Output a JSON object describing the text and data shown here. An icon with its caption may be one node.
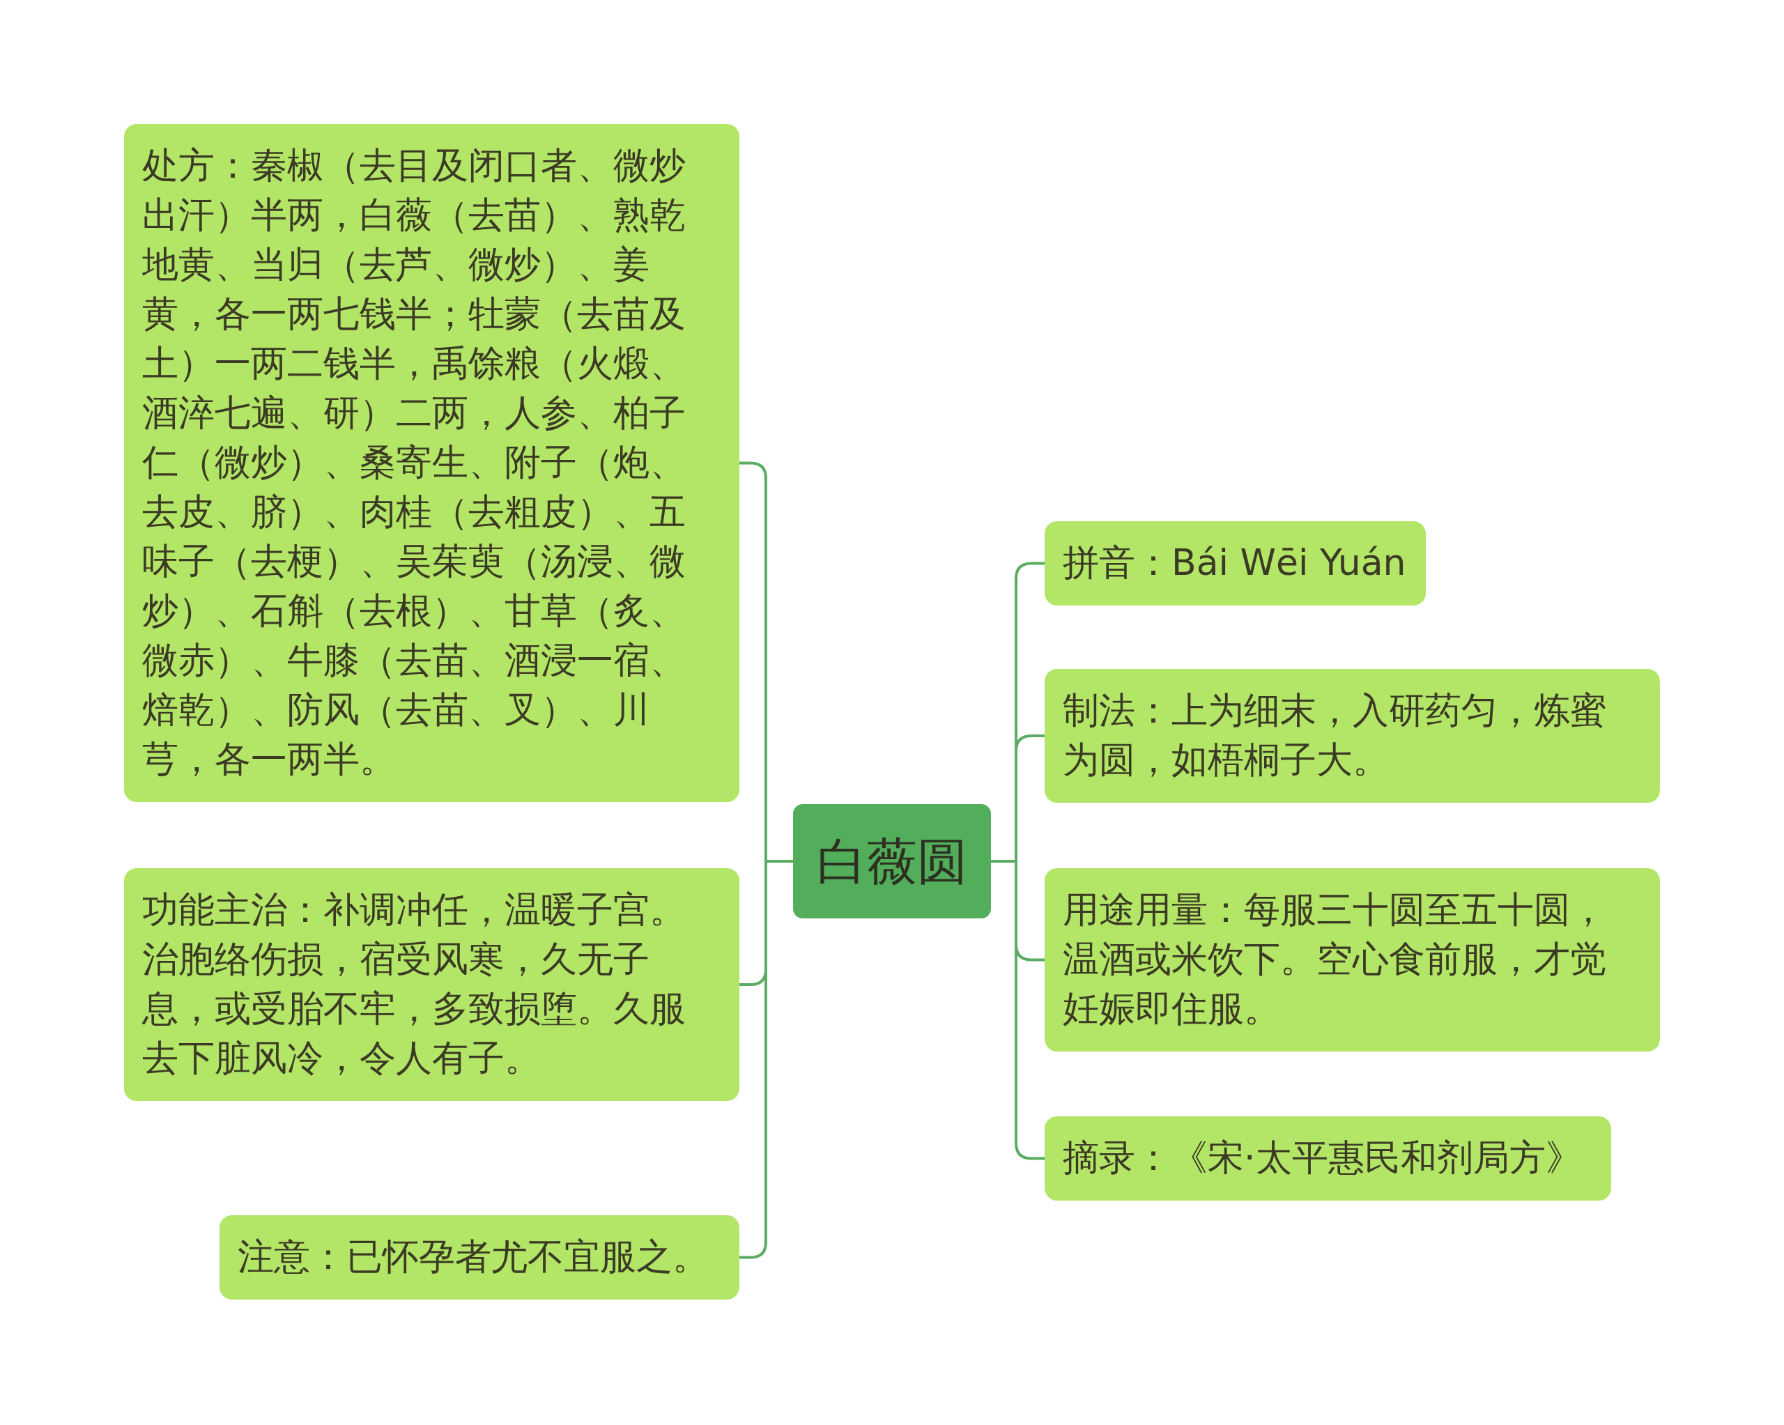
{
  "diagram": {
    "nodes": [
      {
        "text": [
          "白薇圆"
        ]
      },
      {
        "text": [
          "处方：秦椒（去目及闭口者、微炒出汗）半两，白薇（去苗）、熟乾地黄、当归（去芦、微炒）、姜黄，各一两七钱半；牡蒙（去苗及土）一两二钱半，禹馀粮（火煅、酒淬七遍、研）二两，人参、柏子仁（微炒）、桑寄生、附子（炮、去皮、脐）、肉桂（去粗皮）、五味子（去梗）、吴茱萸（汤浸、微炒）、石斛（去根）、甘草（炙、微赤）、牛膝（去苗、酒浸一宿、焙乾）、防风（去苗、叉）、川芎，各一两半。"
        ]
      },
      {
        "text": [
          "功能主治：补调冲任，温暖子宫。治胞络伤损，宿受风寒，久无子息，或受胎不牢，多致损堕。久服去下脏风冷，令人有子。"
        ]
      },
      {
        "text": [
          "注意：已怀孕者尤不宜服之。"
        ]
      },
      {
        "text": [
          "拼音：Bái Wēi Yuán"
        ]
      },
      {
        "text": [
          "制法：上为细末，入研药匀，炼蜜为圆，如梧桐子大。"
        ]
      },
      {
        "text": [
          "用途用量：每服三十圆至五十圆，温酒或米饮下。空心食前服，才觉妊娠即住服。"
        ]
      },
      {
        "text": [
          "摘录：《宋·太平惠民和剂局方》"
        ]
      }
    ],
    "edges": [
      {
        "from": 0,
        "to": 1,
        "arrow": "none"
      },
      {
        "from": 0,
        "to": 2,
        "arrow": "none"
      },
      {
        "from": 0,
        "to": 3,
        "arrow": "none"
      },
      {
        "from": 0,
        "to": 4,
        "arrow": "none"
      },
      {
        "from": 0,
        "to": 5,
        "arrow": "none"
      },
      {
        "from": 0,
        "to": 6,
        "arrow": "none"
      },
      {
        "from": 0,
        "to": 7,
        "arrow": "none"
      }
    ]
  }
}
